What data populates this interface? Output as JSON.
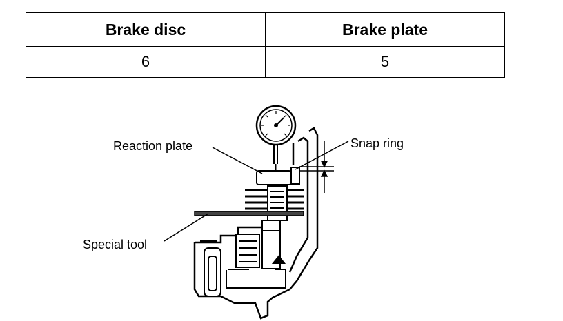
{
  "table": {
    "headers": [
      "Brake disc",
      "Brake plate"
    ],
    "values": [
      "6",
      "5"
    ]
  },
  "diagram": {
    "labels": {
      "reaction_plate": "Reaction plate",
      "snap_ring": "Snap ring",
      "special_tool": "Special tool"
    },
    "icons": [
      "dial-gauge-icon"
    ]
  }
}
